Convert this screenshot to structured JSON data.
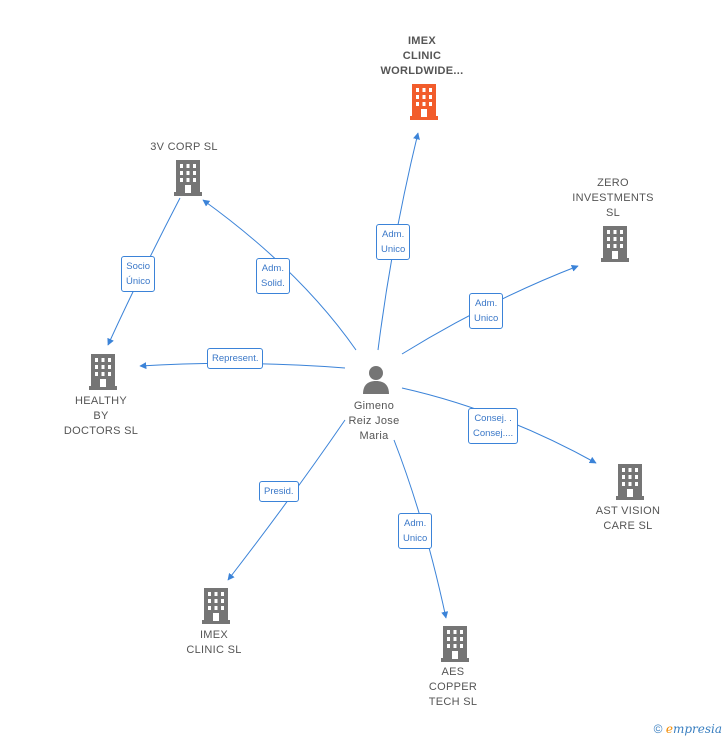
{
  "colors": {
    "edge": "#3b83d8",
    "building": "#757575",
    "building_highlight": "#f25c2b",
    "person": "#757575"
  },
  "center": {
    "label": "Gimeno\nReiz Jose\nMaria",
    "icon": "person-icon"
  },
  "companies": [
    {
      "id": "imex-worldwide",
      "label": "IMEX\nCLINIC\nWORLDWIDE...",
      "highlight": true
    },
    {
      "id": "3v-corp",
      "label": "3V CORP  SL",
      "highlight": false
    },
    {
      "id": "zero-investments",
      "label": "ZERO\nINVESTMENTS\nSL",
      "highlight": false
    },
    {
      "id": "healthy-by-doctors",
      "label": "HEALTHY\nBY\nDOCTORS  SL",
      "highlight": false
    },
    {
      "id": "ast-vision",
      "label": "AST VISION\nCARE  SL",
      "highlight": false
    },
    {
      "id": "imex-clinic",
      "label": "IMEX\nCLINIC SL",
      "highlight": false
    },
    {
      "id": "aes-copper",
      "label": "AES\nCOPPER\nTECH  SL",
      "highlight": false
    }
  ],
  "relations": [
    {
      "from": "person",
      "to": "imex-worldwide",
      "label": "Adm.\nUnico"
    },
    {
      "from": "person",
      "to": "3v-corp",
      "label": "Adm.\nSolid."
    },
    {
      "from": "3v-corp",
      "to": "healthy-by-doctors",
      "label": "Socio\nÚnico"
    },
    {
      "from": "person",
      "to": "zero-investments",
      "label": "Adm.\nUnico"
    },
    {
      "from": "person",
      "to": "healthy-by-doctors",
      "label": "Represent."
    },
    {
      "from": "person",
      "to": "ast-vision",
      "label": "Consej. .\nConsej...."
    },
    {
      "from": "person",
      "to": "imex-clinic",
      "label": "Presid."
    },
    {
      "from": "person",
      "to": "aes-copper",
      "label": "Adm.\nUnico"
    }
  ],
  "footer": {
    "copyright": "©",
    "brand_first": "e",
    "brand_rest": "mpresia"
  }
}
